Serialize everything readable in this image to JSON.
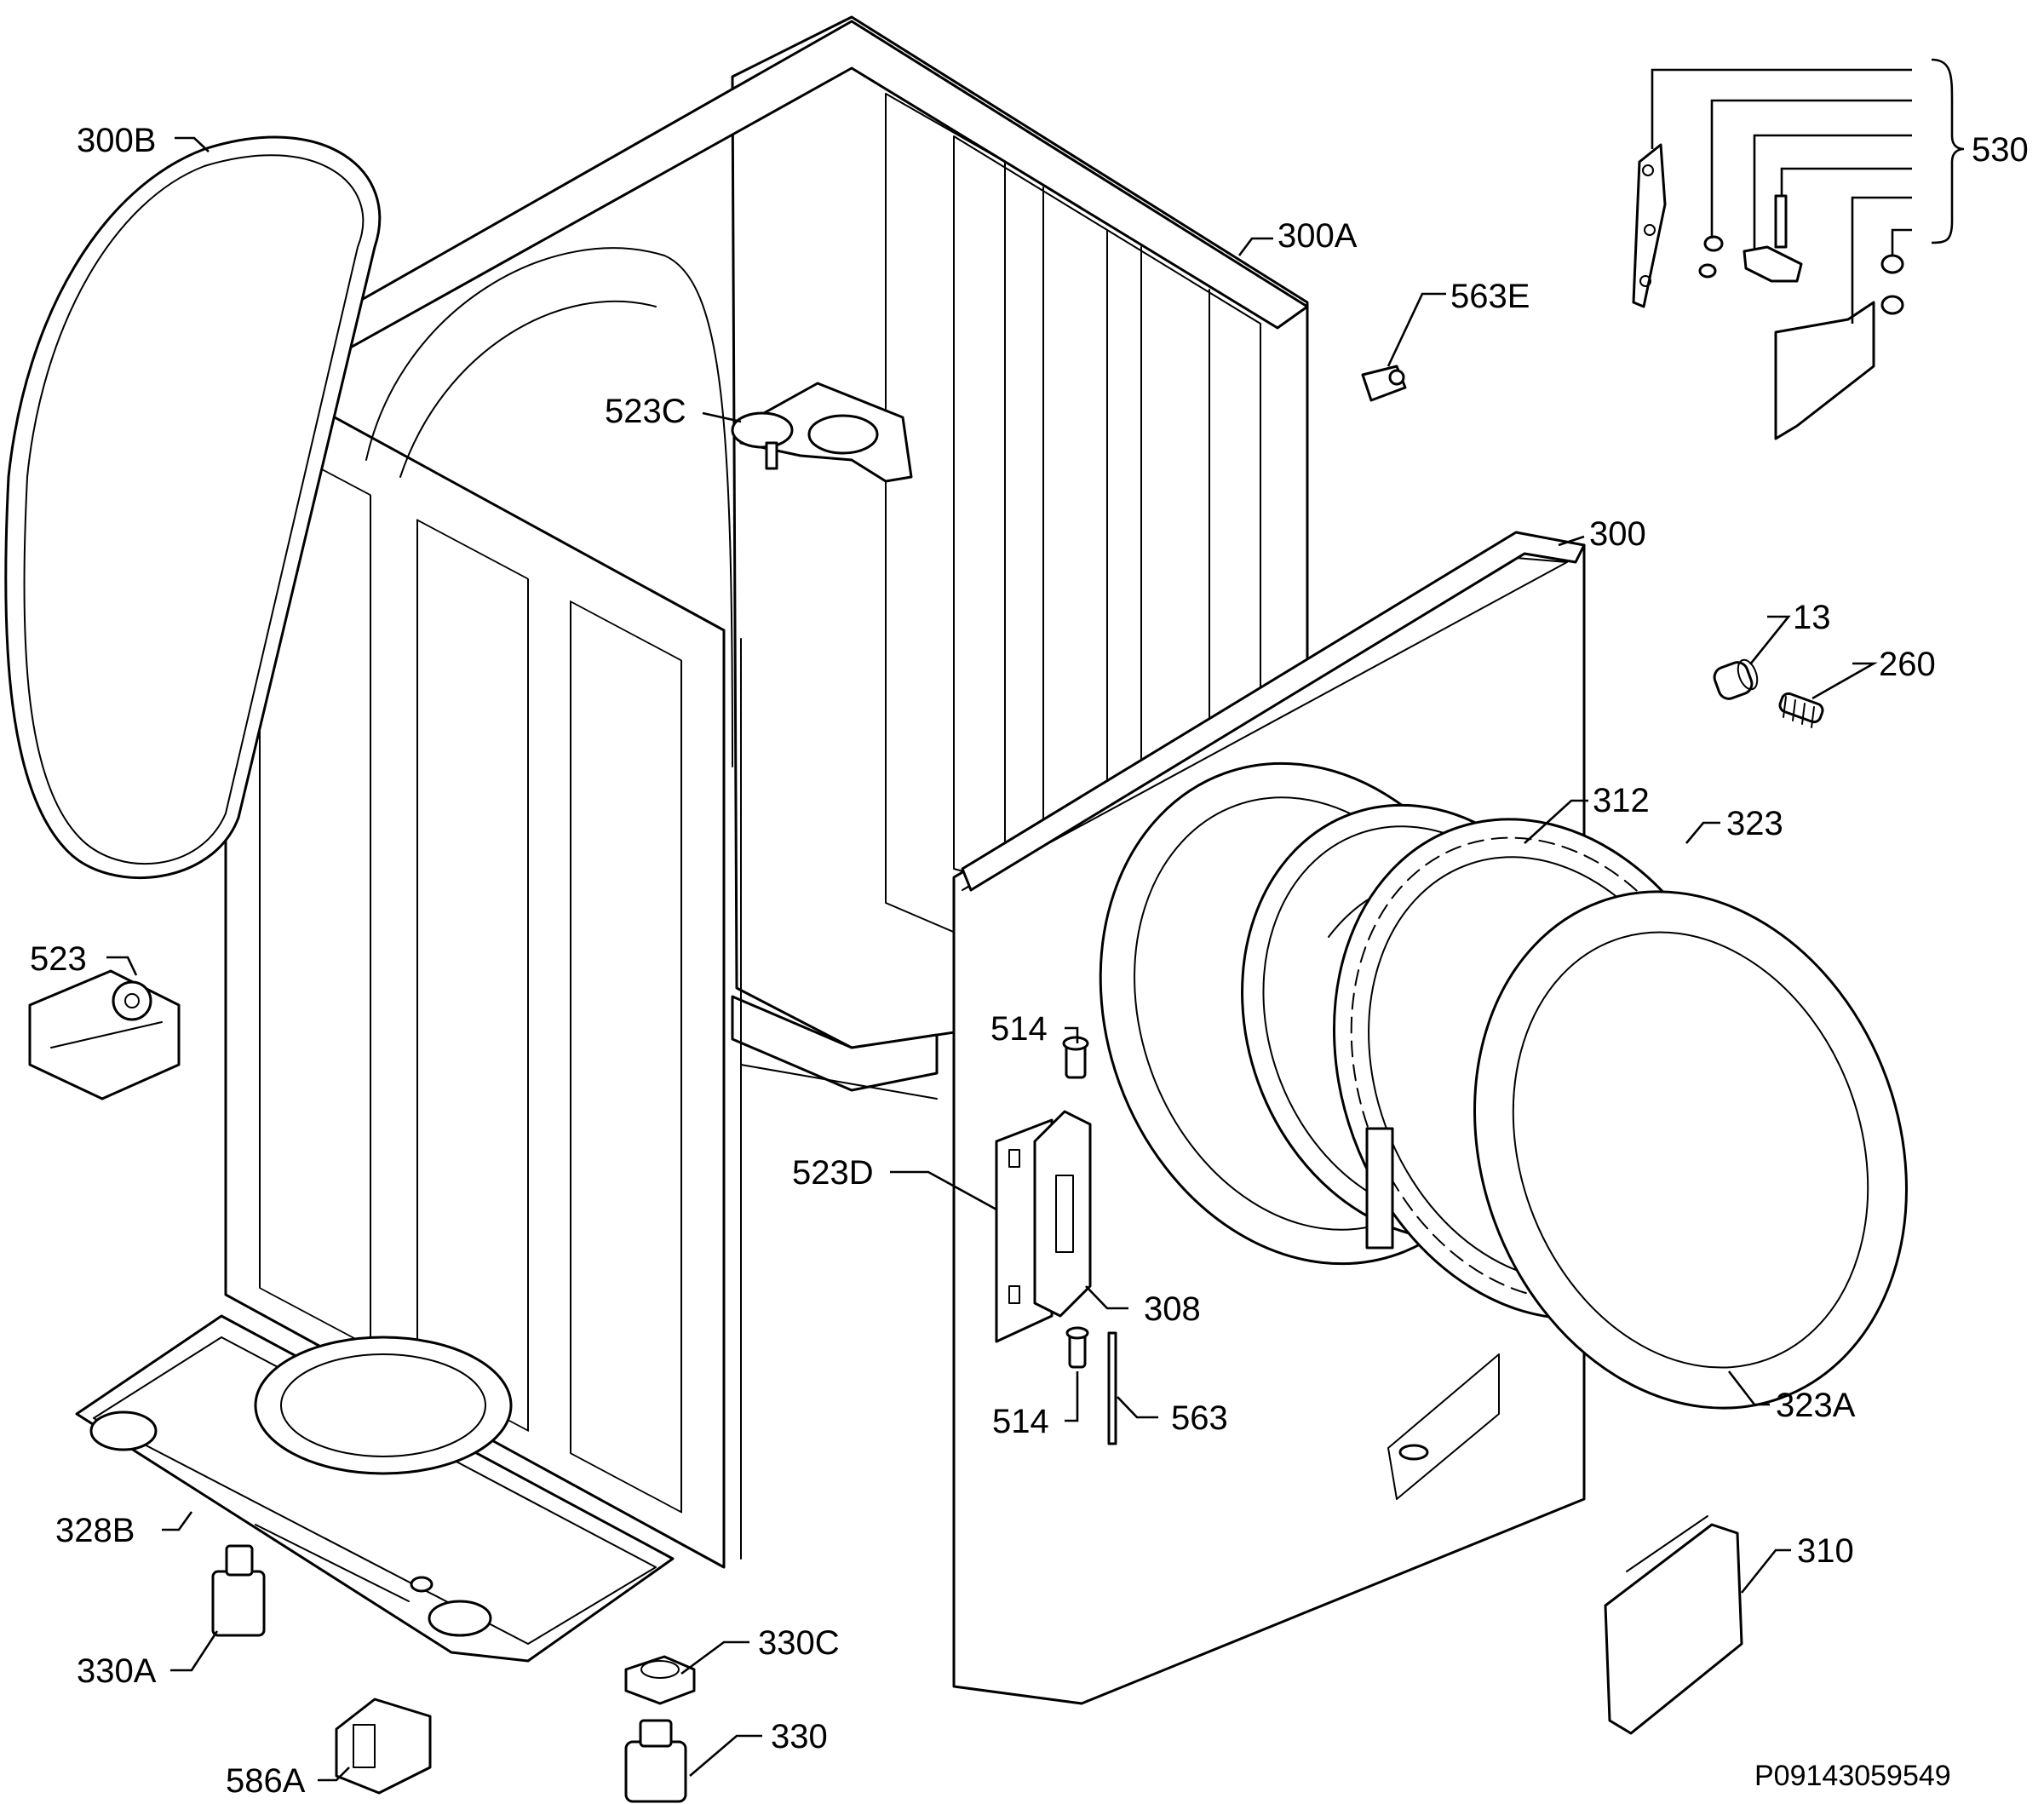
{
  "diagram": {
    "labels": {
      "l300B": "300B",
      "l300A": "300A",
      "l530": "530",
      "l563E": "563E",
      "l523C": "523C",
      "l300": "300",
      "l13": "13",
      "l260": "260",
      "l312": "312",
      "l323": "323",
      "l523": "523",
      "l514a": "514",
      "l523D": "523D",
      "l308": "308",
      "l514b": "514",
      "l563": "563",
      "l323A": "323A",
      "l328B": "328B",
      "l330A": "330A",
      "l330C": "330C",
      "l330": "330",
      "l586A": "586A",
      "l310": "310"
    },
    "code": "P09143059549"
  }
}
